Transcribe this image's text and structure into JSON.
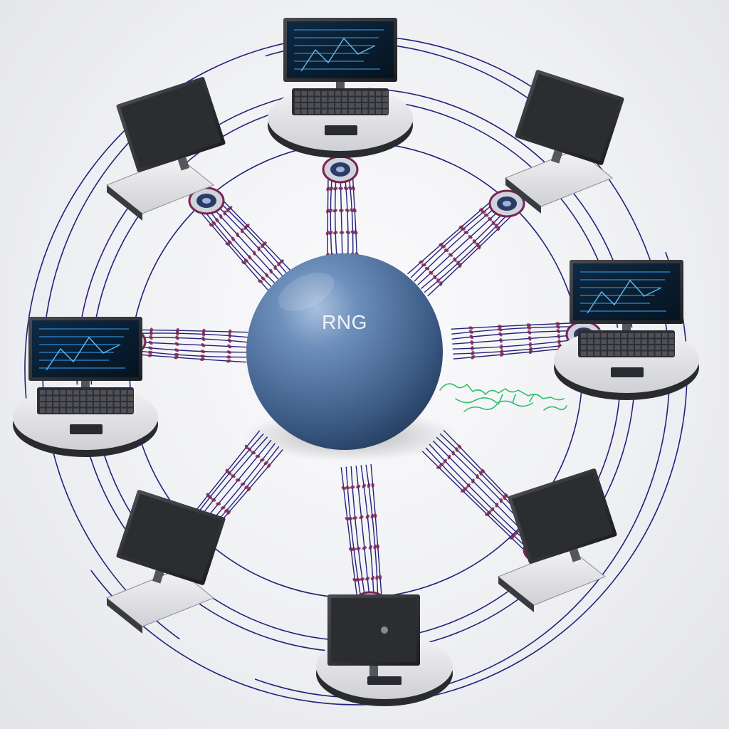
{
  "hub": {
    "label": "RNG"
  },
  "colors": {
    "wire": "#25207a",
    "bead": "#7a2452",
    "hub": "#4a6c98",
    "station_base": "#e9e9ec",
    "screen_glow": "#2a7fc4",
    "annotation": "#2fbf6a"
  },
  "stations": [
    {
      "id": "north",
      "kind": "desktop-with-keyboard",
      "screen_on": true
    },
    {
      "id": "north-east",
      "kind": "monitor-on-desk",
      "screen_on": false
    },
    {
      "id": "east",
      "kind": "desktop-with-keyboard",
      "screen_on": true
    },
    {
      "id": "south-east",
      "kind": "monitor-on-desk",
      "screen_on": false
    },
    {
      "id": "south",
      "kind": "monitor-on-pedestal",
      "screen_on": false
    },
    {
      "id": "south-west",
      "kind": "monitor-on-desk",
      "screen_on": false
    },
    {
      "id": "west",
      "kind": "desktop-with-keyboard",
      "screen_on": true
    },
    {
      "id": "north-west",
      "kind": "monitor-on-desk",
      "screen_on": false
    }
  ],
  "icons": [
    "network-node-icon",
    "monitor-icon",
    "keyboard-icon",
    "scribble-annotation-icon"
  ]
}
